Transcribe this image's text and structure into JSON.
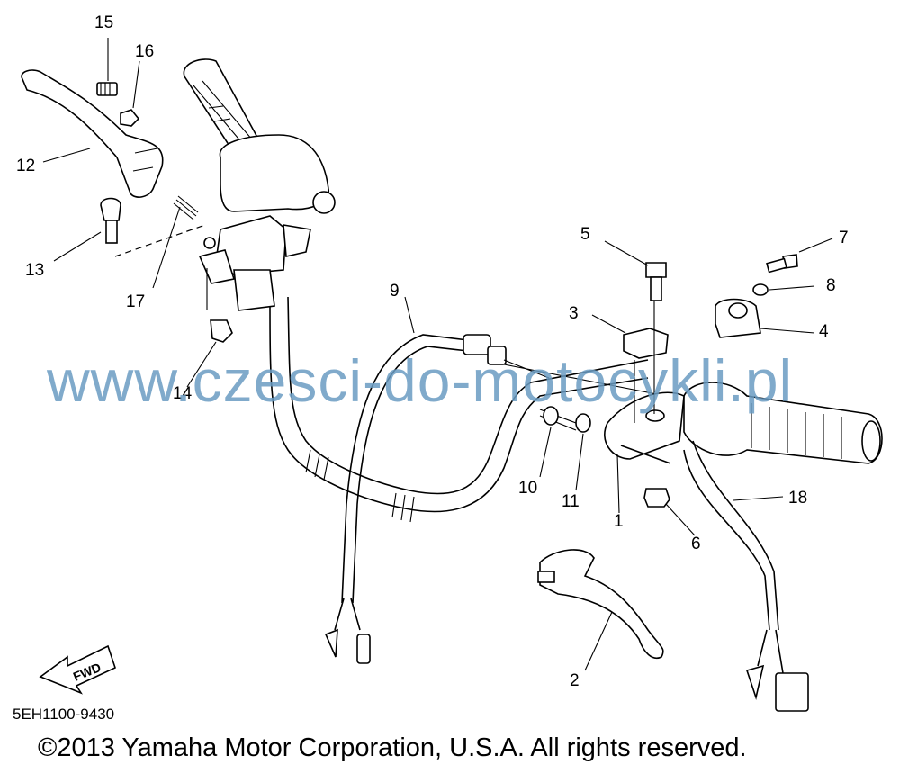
{
  "diagram": {
    "callouts": [
      {
        "id": "1",
        "label": "1"
      },
      {
        "id": "2",
        "label": "2"
      },
      {
        "id": "3",
        "label": "3"
      },
      {
        "id": "4",
        "label": "4"
      },
      {
        "id": "5",
        "label": "5"
      },
      {
        "id": "6",
        "label": "6"
      },
      {
        "id": "7",
        "label": "7"
      },
      {
        "id": "8",
        "label": "8"
      },
      {
        "id": "9",
        "label": "9"
      },
      {
        "id": "10",
        "label": "10"
      },
      {
        "id": "11",
        "label": "11"
      },
      {
        "id": "12",
        "label": "12"
      },
      {
        "id": "13",
        "label": "13"
      },
      {
        "id": "14",
        "label": "14"
      },
      {
        "id": "15",
        "label": "15"
      },
      {
        "id": "16",
        "label": "16"
      },
      {
        "id": "17",
        "label": "17"
      },
      {
        "id": "18",
        "label": "18"
      }
    ],
    "fwd_label": "FWD",
    "diagram_code": "5EH1100-9430",
    "watermark": "www.czesci-do-motocykli.pl",
    "copyright": "©2013 Yamaha Motor Corporation, U.S.A. All rights reserved."
  }
}
